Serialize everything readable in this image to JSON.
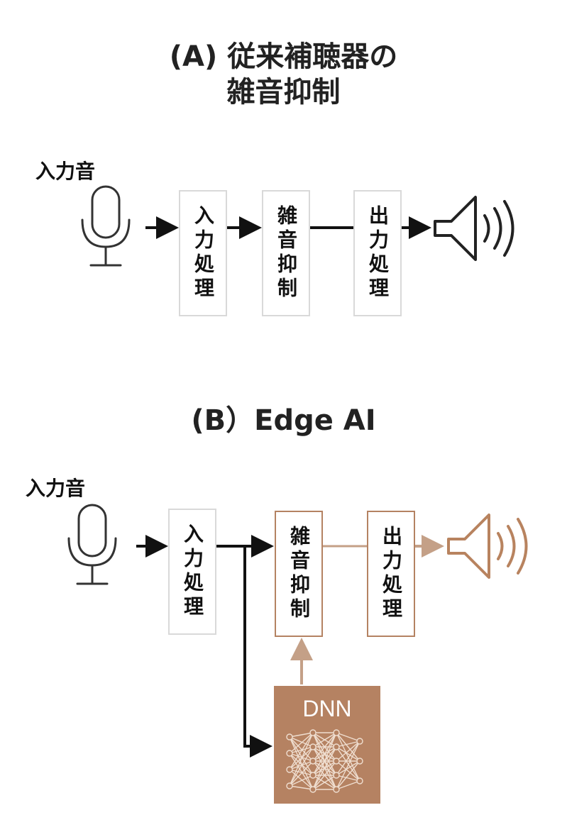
{
  "section_a": {
    "title_line1": "(A) 従来補聴器の",
    "title_line2": "雑音抑制",
    "input_label": "入力音",
    "blocks": [
      "入力処理",
      "雑音抑制",
      "出力処理"
    ]
  },
  "section_b": {
    "title": "(B）Edge AI",
    "input_label": "入力音",
    "blocks": [
      "入力処理",
      "雑音抑制",
      "出力処理"
    ],
    "dnn_label": "DNN"
  },
  "icons": [
    "microphone-icon",
    "speaker-icon",
    "neural-network-icon"
  ],
  "colors": {
    "dark": "#111111",
    "box_border": "#d9d9d9",
    "accent": "#b58262",
    "accent_line": "#c4a087"
  }
}
